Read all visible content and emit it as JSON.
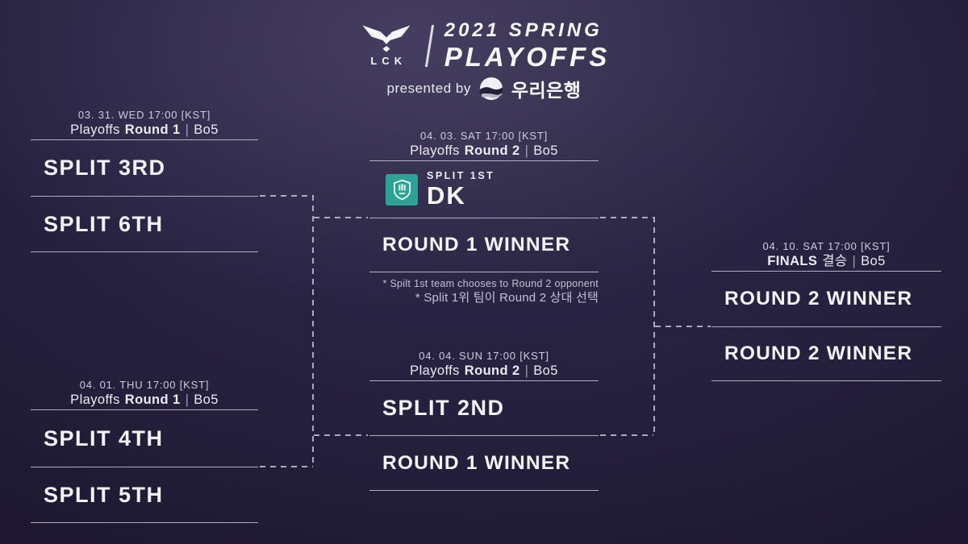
{
  "header": {
    "lck_label": "LCK",
    "title_line1": "2021 SPRING",
    "title_line2": "PLAYOFFS",
    "presented_by": "presented by",
    "sponsor_name": "우리은행"
  },
  "ui": {
    "divider": "|"
  },
  "bracket": {
    "round1_a": {
      "date": "03. 31. WED 17:00 [KST]",
      "stage": "Playoffs",
      "stage_bold": "Round 1",
      "format": "Bo5",
      "slots": [
        "SPLIT 3RD",
        "SPLIT 6TH"
      ]
    },
    "round1_b": {
      "date": "04. 01. THU 17:00 [KST]",
      "stage": "Playoffs",
      "stage_bold": "Round 1",
      "format": "Bo5",
      "slots": [
        "SPLIT 4TH",
        "SPLIT 5TH"
      ]
    },
    "round2_a": {
      "date": "04. 03. SAT 17:00 [KST]",
      "stage": "Playoffs",
      "stage_bold": "Round 2",
      "format": "Bo5",
      "seed_label": "SPLIT 1ST",
      "team_code": "DK",
      "slots": [
        "ROUND 1 WINNER"
      ],
      "footnote_en": "* Spilt 1st team chooses to Round 2 opponent",
      "footnote_ko": "* Split 1위 팀이 Round 2 상대 선택"
    },
    "round2_b": {
      "date": "04. 04. SUN 17:00 [KST]",
      "stage": "Playoffs",
      "stage_bold": "Round 2",
      "format": "Bo5",
      "slots": [
        "SPLIT 2ND",
        "ROUND 1 WINNER"
      ]
    },
    "finals": {
      "date": "04. 10. SAT 17:00 [KST]",
      "stage_bold": "FINALS",
      "stage_ko": "결승",
      "format": "Bo5",
      "slots": [
        "ROUND 2 WINNER",
        "ROUND 2 WINNER"
      ]
    }
  },
  "colors": {
    "background_top": "#2f2a46",
    "background_bottom": "#120d1c",
    "line": "#d8d5e6",
    "dk_teal": "#2da395",
    "text_primary": "#f3f2f8",
    "text_muted": "#cfccde"
  }
}
